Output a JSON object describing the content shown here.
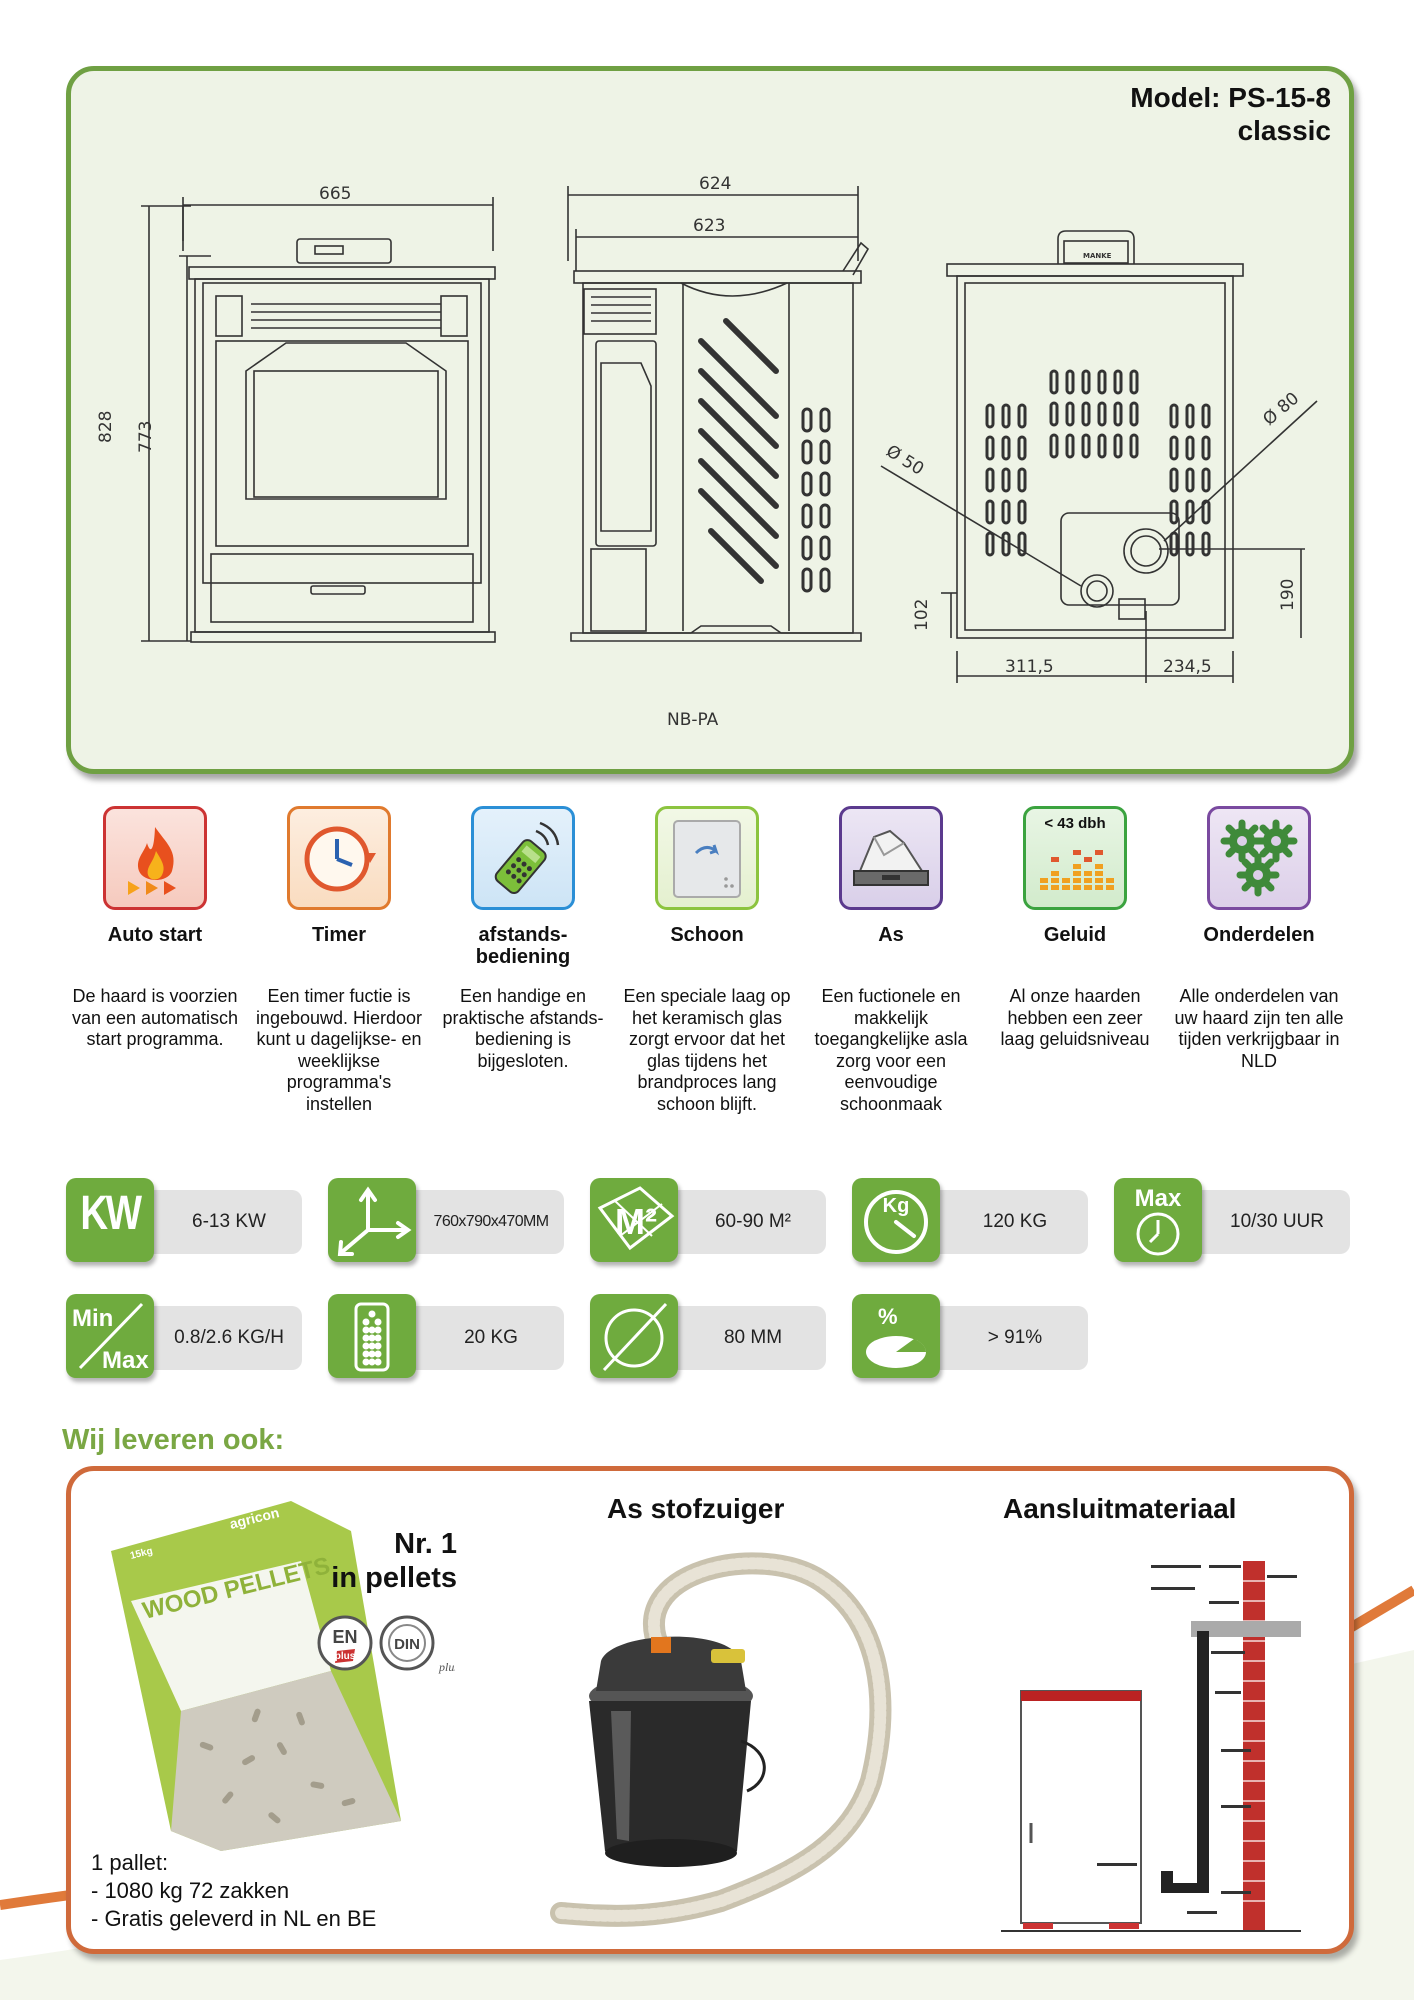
{
  "model": {
    "line1": "Model: PS-15-8",
    "line2": "classic"
  },
  "drawing": {
    "width_front": "665",
    "width_side_outer": "624",
    "width_side_inner": "623",
    "height_total": "828",
    "height_body": "773",
    "rear_diameter_small": "Ø 50",
    "rear_diameter_large": "Ø 80",
    "rear_height_low": "102",
    "rear_height_high": "190",
    "rear_width_left": "311,5",
    "rear_width_right": "234,5",
    "caption": "NB-PA",
    "handle_label": "MANKE"
  },
  "features": [
    {
      "icon": "flame-play-icon",
      "title": "Auto start",
      "desc": "De haard is voorzien van een automatisch start programma.",
      "color": "#cc3333"
    },
    {
      "icon": "clock-icon",
      "title": "Timer",
      "desc": "Een timer fuctie is ingebouwd. Hierdoor kunt u dagelijkse- en weeklijkse programma's instellen",
      "color": "#e07a2e"
    },
    {
      "icon": "remote-control-icon",
      "title": "afstands-bediening",
      "desc": "Een handige en praktische afstands-bediening is bijgesloten.",
      "color": "#2b8fd6"
    },
    {
      "icon": "glass-pane-icon",
      "title": "Schoon",
      "desc": "Een speciale laag op het keramisch glas zorgt ervoor dat het glas tijdens het brandproces lang schoon blijft.",
      "color": "#8cc43f"
    },
    {
      "icon": "ash-tray-icon",
      "title": "As",
      "desc": "Een fuctionele en makkelijk toegangkelijke asla zorg voor een eenvoudige schoonmaak",
      "color": "#5b3a8e"
    },
    {
      "icon": "sound-level-icon",
      "title": "Geluid",
      "desc": "Al onze haarden hebben een zeer laag geluidsniveau",
      "color": "#3ba33f",
      "label": "< 43 dbh"
    },
    {
      "icon": "gears-icon",
      "title": "Onderdelen",
      "desc": "Alle onderdelen van uw haard zijn ten alle tijden verkrijgbaar in NLD",
      "color": "#7a4aa0"
    }
  ],
  "specs": [
    {
      "icon": "kw-icon",
      "icon_text": "KW",
      "value": "6-13 KW"
    },
    {
      "icon": "dimensions-axes-icon",
      "value": "760x790x470MM"
    },
    {
      "icon": "area-m2-icon",
      "icon_text": "M²",
      "value": "60-90 M²"
    },
    {
      "icon": "weight-kg-icon",
      "icon_text": "Kg",
      "value": "120 KG"
    },
    {
      "icon": "max-time-icon",
      "icon_text": "Max",
      "value": "10/30 UUR"
    },
    {
      "icon": "min-max-consumption-icon",
      "icon_text_top": "Min",
      "icon_text_bottom": "Max",
      "value": "0.8/2.6 KG/H"
    },
    {
      "icon": "pellet-tank-icon",
      "value": "20 KG"
    },
    {
      "icon": "diameter-icon",
      "value": "80 MM"
    },
    {
      "icon": "efficiency-pie-icon",
      "icon_text": "%",
      "value": "> 91%"
    }
  ],
  "also": {
    "heading": "Wij leveren ook:",
    "pellets_title": [
      "Nr. 1",
      "in pellets"
    ],
    "bag": {
      "brand": "agricon",
      "size": "15kg",
      "product": "WOOD PELLETS",
      "cert1": "EN",
      "cert1_sub": "plus",
      "cert2": "DIN",
      "cert2_sub": "plus"
    },
    "pallet_lines": [
      "1 pallet:",
      "- 1080 kg 72 zakken",
      "- Gratis geleverd in NL en BE"
    ],
    "vacuum_title": "As stofzuiger",
    "connection_title": "Aansluitmateriaal"
  },
  "colors": {
    "green": "#6fa043",
    "spec_green": "#6fab3e",
    "orange": "#cf6a3b",
    "heading_green": "#7aa744"
  }
}
